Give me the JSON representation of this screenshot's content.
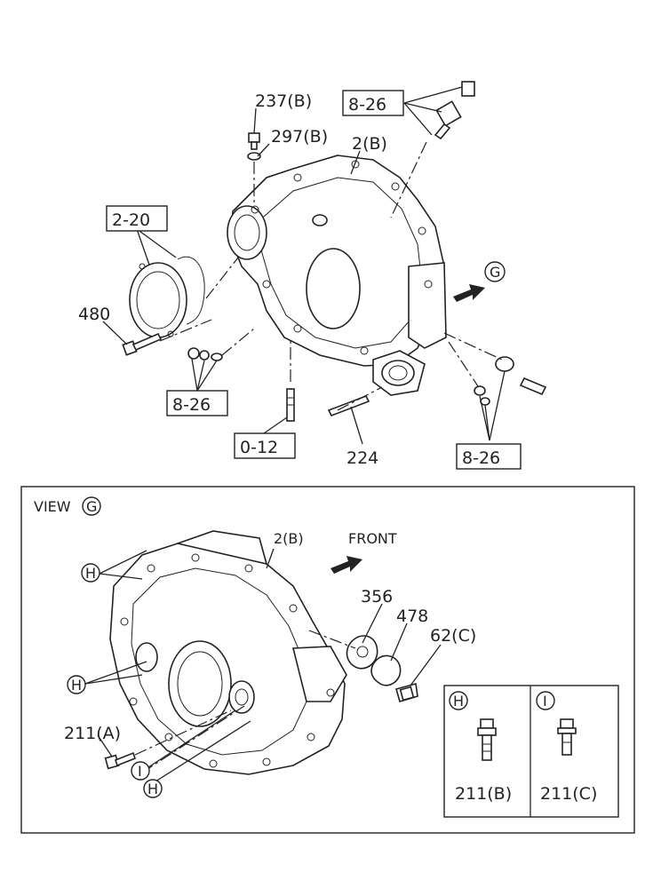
{
  "labels": {
    "ref_237b": "237(B)",
    "ref_297b": "297(B)",
    "ref_2b_top": "2(B)",
    "ref_8_26_top": "8-26",
    "ref_2_20": "2-20",
    "ref_g_marker": "G",
    "ref_480": "480",
    "ref_8_26_left": "8-26",
    "ref_0_12": "0-12",
    "ref_224": "224",
    "ref_8_26_right": "8-26"
  },
  "view": {
    "title": "VIEW",
    "marker": "G",
    "ref_2b": "2(B)",
    "front": "FRONT",
    "ref_356": "356",
    "ref_478": "478",
    "ref_62c": "62(C)",
    "ref_211a": "211(A)",
    "h_marker": "H",
    "i_marker": "I"
  },
  "inset": {
    "left_marker": "H",
    "right_marker": "I",
    "left_part": "211(B)",
    "right_part": "211(C)"
  }
}
